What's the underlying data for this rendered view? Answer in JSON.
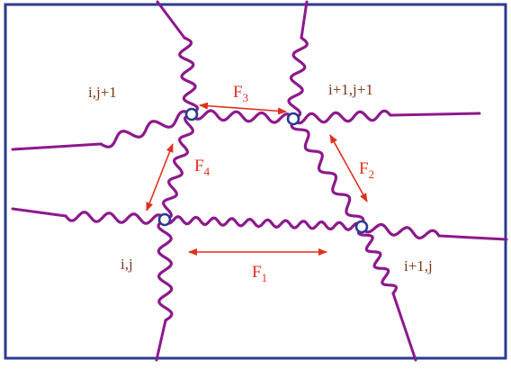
{
  "colors": {
    "frame": "#2b3b8f",
    "spring": "#8c1a8c",
    "node": "#2b3b8f",
    "force": "#e0301e",
    "node_label": "#7a3b1a",
    "force_label": "#e0301e"
  },
  "nodes": {
    "ij": "i,j",
    "i1j": "i+1,j",
    "ij1": "i,j+1",
    "i1j1": "i+1,j+1"
  },
  "forces": {
    "f1": {
      "main": "F",
      "sub": "1"
    },
    "f2": {
      "main": "F",
      "sub": "2"
    },
    "f3": {
      "main": "F",
      "sub": "3"
    },
    "f4": {
      "main": "F",
      "sub": "4"
    }
  }
}
